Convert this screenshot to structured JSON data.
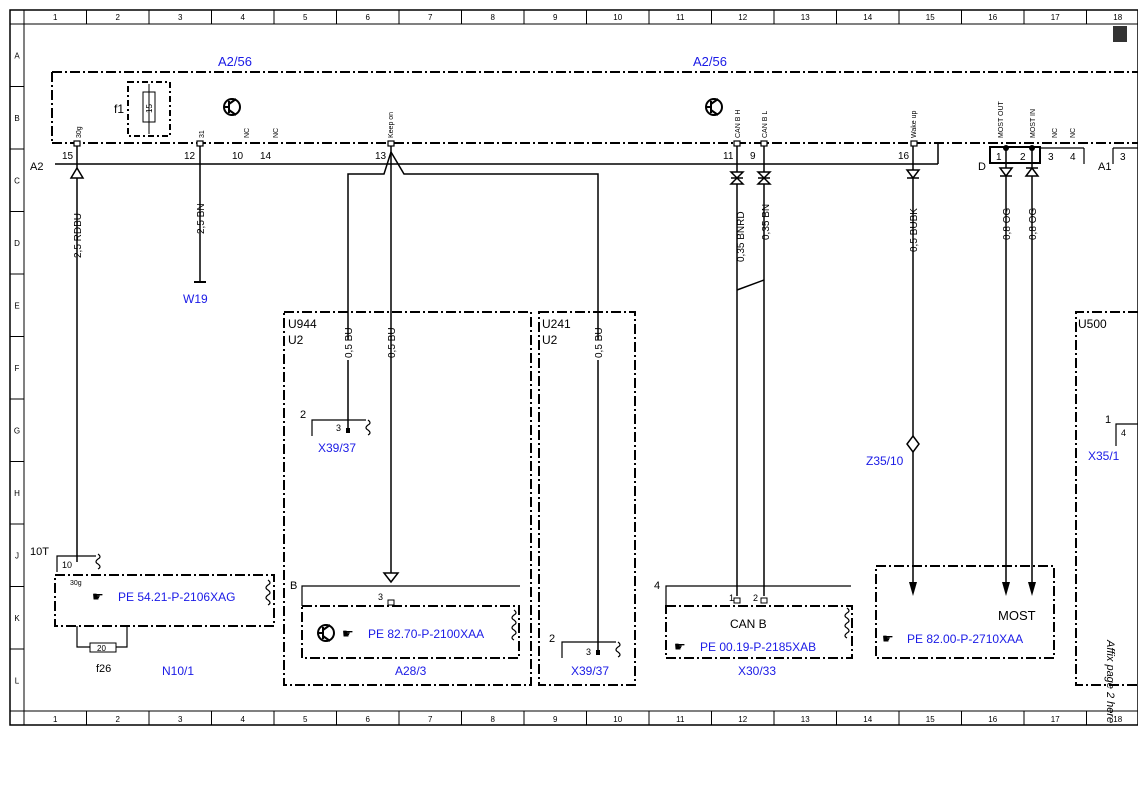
{
  "grid": {
    "columns": [
      "1",
      "2",
      "3",
      "4",
      "5",
      "6",
      "7",
      "8",
      "9",
      "10",
      "11",
      "12",
      "13",
      "14",
      "15",
      "16",
      "17",
      "18"
    ],
    "rows": [
      "A",
      "B",
      "C",
      "D",
      "E",
      "F",
      "G",
      "H",
      "J",
      "K",
      "L"
    ]
  },
  "module": {
    "label_left": "A2/56",
    "label_right": "A2/56",
    "connector_a2": "A2",
    "connector_d": "D",
    "connector_a1": "A1",
    "fuse_label": "f1",
    "fuse_number": "15",
    "pin_labels": [
      "30g",
      "31",
      "NC",
      "NC",
      "Keep on",
      "CAN B H",
      "CAN B L",
      "Wake up",
      "MOST OUT",
      "MOST IN",
      "NC",
      "NC"
    ],
    "pin_numbers": [
      "15",
      "12",
      "10",
      "14",
      "13",
      "11",
      "9",
      "16",
      "1",
      "2",
      "3",
      "4",
      "3"
    ]
  },
  "wires": [
    "2,5 RDBU",
    "2,5 BN",
    "0,35 BNRD",
    "0,35 BN",
    "0,5 BUBK",
    "0,8 OG",
    "0,8 OG",
    "0,5 BU",
    "0,5 BU",
    "0,5 BU"
  ],
  "components": {
    "w19": "W19",
    "n10": "N10/1",
    "f26": "f26",
    "conn_10t": "10T",
    "conn_10t_pin": "10",
    "conn_30g": "30g",
    "fuse26_number": "20",
    "a28": "A28/3",
    "x39_a": "X39/37",
    "x39_b": "X39/37",
    "x30": "X30/33",
    "z35": "Z35/10",
    "x35": "X35/1",
    "u944": "U944",
    "u2_a": "U2",
    "u241": "U241",
    "u2_b": "U2",
    "u500": "U500",
    "can_b": "CAN B",
    "most": "MOST",
    "conn_b": "B",
    "pin_2a": "2",
    "pin_3a": "3",
    "pin_2b": "2",
    "pin_3b": "3",
    "pin_3c": "3",
    "pin_4": "4",
    "pin_1": "1",
    "pin_2c": "2",
    "pin_1x": "1",
    "pin_4x": "4"
  },
  "references": [
    "PE 54.21-P-2106XAG",
    "PE 82.70-P-2100XAA",
    "PE 00.19-P-2185XAB",
    "PE 82.00-P-2710XAA"
  ],
  "affix_note": "Affix page 2 here",
  "colors": {
    "line": "#000000",
    "label": "#1a1ae6"
  },
  "icons": [
    "hand-pointer-icon",
    "ground-transistor-icon"
  ]
}
